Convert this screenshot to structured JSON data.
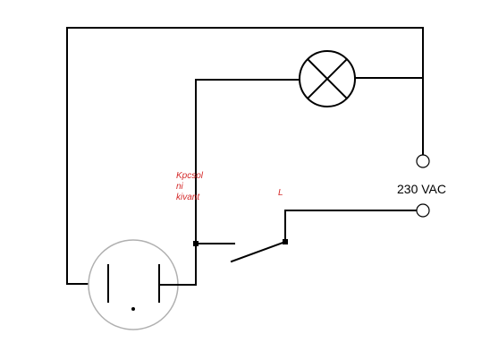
{
  "labels": {
    "socket_label_line1": "Kpcsol",
    "socket_label_line2": "ni",
    "socket_label_line3": "kivant",
    "switch_label": "L",
    "supply_label": "230 VAC"
  },
  "colors": {
    "wire": "#000000",
    "annotation": "#d42a2a",
    "socket_outline": "#b0b0b0"
  },
  "components": {
    "lamp": "lamp-icon",
    "socket": "socket-icon",
    "switch": "switch-icon",
    "terminals": "terminal-icon"
  }
}
